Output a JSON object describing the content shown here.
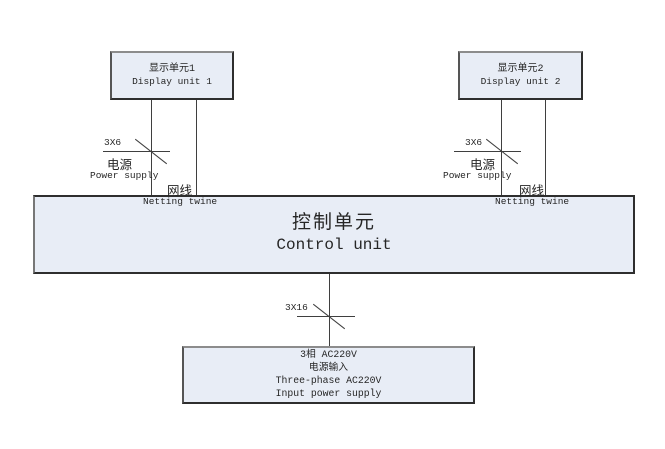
{
  "display_unit_1": {
    "title_zh": "显示单元1",
    "title_en": "Display unit 1"
  },
  "display_unit_2": {
    "title_zh": "显示单元2",
    "title_en": "Display unit 2"
  },
  "control_unit": {
    "title_zh": "控制单元",
    "title_en": "Control unit"
  },
  "power_input_unit": {
    "lines": [
      "3相 AC220V",
      "电源输入",
      "Three-phase AC220V",
      "Input power supply"
    ]
  },
  "cable_display_1": {
    "spec": "3X6",
    "power_label_zh": "电源",
    "power_label_en": "Power supply",
    "network_label_zh": "网线",
    "network_label_en": "Netting twine"
  },
  "cable_display_2": {
    "spec": "3X6",
    "power_label_zh": "电源",
    "power_label_en": "Power supply",
    "network_label_zh": "网线",
    "network_label_en": "Netting twine"
  },
  "cable_main": {
    "spec": "3X16"
  },
  "colors": {
    "box_fill": "#e8edf6",
    "box_border_dark": "#2e2e2e",
    "box_border_light": "#8c8c8c",
    "line": "#3f3f3f",
    "text": "#262626",
    "background": "#ffffff"
  }
}
